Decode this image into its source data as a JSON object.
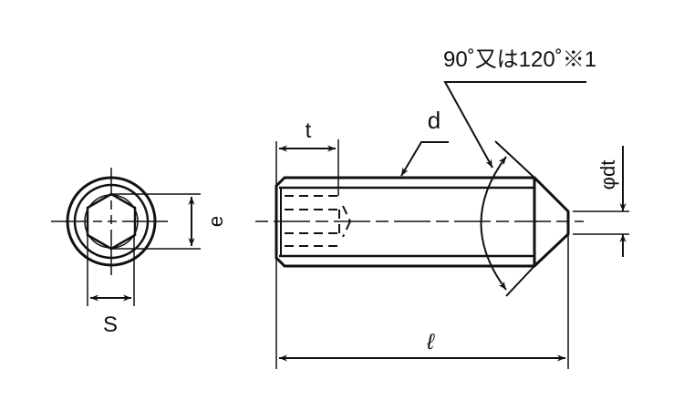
{
  "labels": {
    "e": "e",
    "s": "S",
    "t": "t",
    "d": "d",
    "l": "ℓ",
    "dt": "φdt",
    "angle_note": "90˚又は120˚※1"
  },
  "colors": {
    "line": "#111111",
    "background": "#ffffff"
  }
}
